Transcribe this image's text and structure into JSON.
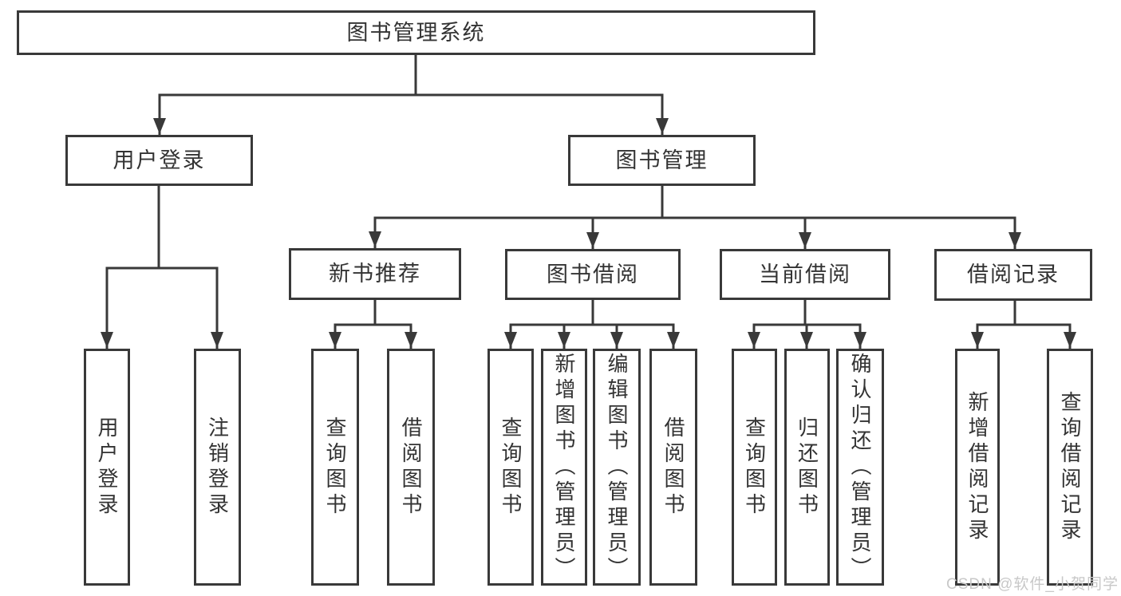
{
  "colors": {
    "background": "#ffffff",
    "line": "#393939",
    "box_border": "#393939",
    "box_fill": "#ffffff",
    "text": "#333333",
    "watermark": "#c8c8c8"
  },
  "watermark": {
    "text": "CSDN @软件_小贺同学"
  },
  "tree": {
    "root": {
      "label": "图书管理系统",
      "children": [
        {
          "label": "用户登录",
          "children": [
            {
              "label": "用户登录"
            },
            {
              "label": "注销登录"
            }
          ]
        },
        {
          "label": "图书管理",
          "children": [
            {
              "label": "新书推荐",
              "children": [
                {
                  "label": "查询图书"
                },
                {
                  "label": "借阅图书"
                }
              ]
            },
            {
              "label": "图书借阅",
              "children": [
                {
                  "label": "查询图书"
                },
                {
                  "label": "新增图书（管理员）"
                },
                {
                  "label": "编辑图书（管理员）"
                },
                {
                  "label": "借阅图书"
                }
              ]
            },
            {
              "label": "当前借阅",
              "children": [
                {
                  "label": "查询图书"
                },
                {
                  "label": "归还图书"
                },
                {
                  "label": "确认归还（管理员）"
                }
              ]
            },
            {
              "label": "借阅记录",
              "children": [
                {
                  "label": "新增借阅记录"
                },
                {
                  "label": "查询借阅记录"
                }
              ]
            }
          ]
        }
      ]
    }
  }
}
